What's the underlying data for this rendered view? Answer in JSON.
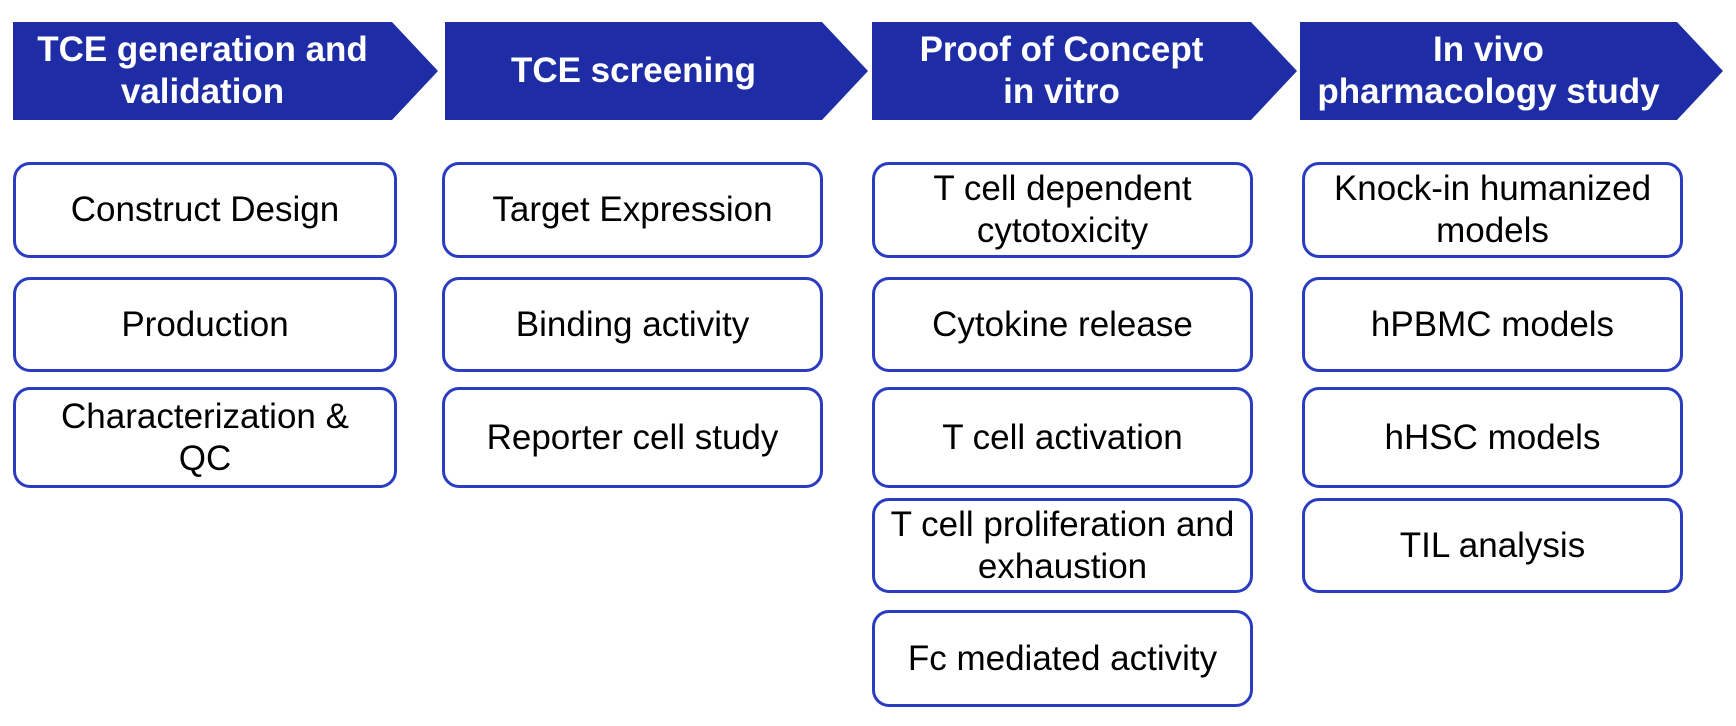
{
  "colors": {
    "background": "#ffffff",
    "header_fill": "#1e2da5",
    "header_text": "#ffffff",
    "box_border": "#2a3cc0",
    "box_fill": "#ffffff",
    "box_text": "#000000"
  },
  "columns": [
    {
      "header": "TCE generation and\nvalidation",
      "boxes": [
        "Construct Design",
        "Production",
        "Characterization & QC"
      ]
    },
    {
      "header": "TCE screening",
      "boxes": [
        "Target Expression",
        "Binding activity",
        "Reporter cell study"
      ]
    },
    {
      "header": "Proof of Concept\nin vitro",
      "boxes": [
        "T cell dependent cytotoxicity",
        "Cytokine release",
        "T cell activation",
        "T cell proliferation and exhaustion",
        "Fc mediated activity"
      ]
    },
    {
      "header": "In vivo\npharmacology study",
      "boxes": [
        "Knock-in humanized models",
        "hPBMC models",
        "hHSC models",
        "TIL analysis"
      ]
    }
  ]
}
